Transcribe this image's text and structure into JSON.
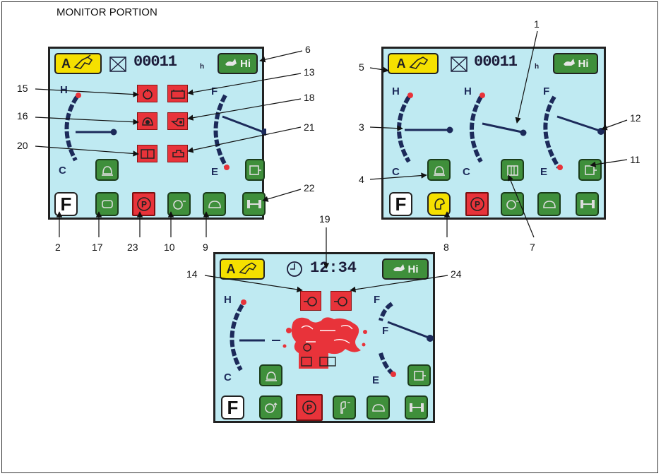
{
  "title": "MONITOR PORTION",
  "header": {
    "mode_label": "A",
    "hours_value": "00011",
    "hours_unit": "h",
    "power_label": "Hi",
    "clock_value": "12:34"
  },
  "gauges": {
    "hot": "H",
    "cold": "C",
    "full": "F",
    "empty": "E"
  },
  "lamps": {
    "forward": "F",
    "parking": "P"
  },
  "callouts": [
    "1",
    "2",
    "3",
    "4",
    "5",
    "6",
    "7",
    "8",
    "9",
    "10",
    "11",
    "12",
    "13",
    "14",
    "15",
    "16",
    "17",
    "18",
    "19",
    "20",
    "21",
    "22",
    "23",
    "24"
  ]
}
